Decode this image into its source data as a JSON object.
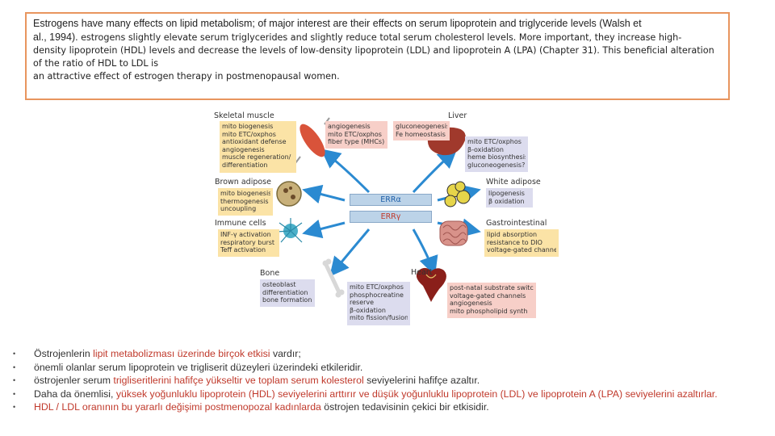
{
  "top_text": {
    "line1": "Estrogens have many effects on lipid metabolism; of major interest are their effects on serum lipoprotein and triglyceride levels (Walsh et",
    "line2a": "al., 1994). ",
    "line2b": " estrogens slightly elevate serum triglycerides and slightly reduce total serum cholesterol levels. More important, they increase high-",
    "line3": "density lipoprotein (HDL) levels and decrease the levels of low-density lipoprotein (LDL) and lipoprotein A (LPA) (Chapter 31). This beneficial alteration",
    "line4": "of the ratio of HDL to LDL is",
    "line5": "an attractive effect of estrogen therapy in postmenopausal women."
  },
  "figure": {
    "center": [
      "ERRα",
      "ERRγ"
    ],
    "sections": {
      "skeletal_muscle": "Skeletal muscle",
      "liver": "Liver",
      "brown_adipose": "Brown adipose",
      "white_adipose": "White adipose",
      "immune_cells": "Immune cells",
      "gastrointestinal": "Gastrointestinal",
      "bone": "Bone",
      "heart": "Heart"
    },
    "boxes": {
      "skeletal_left": [
        "mito biogenesis",
        "mito ETC/oxphos",
        "antioxidant defense",
        "angiogenesis",
        "muscle regeneration/",
        "differentiation"
      ],
      "skeletal_right": [
        "angiogenesis",
        "mito ETC/oxphos",
        "fiber type (MHCs)"
      ],
      "liver_top": [
        "gluconeogenesis",
        "Fe homeostasis"
      ],
      "liver_right": [
        "mito ETC/oxphos",
        "β-oxidation",
        "heme biosynthesis",
        "gluconeogenesis?"
      ],
      "brown": [
        "mito biogenesis",
        "thermogenesis",
        "uncoupling"
      ],
      "white": [
        "lipogenesis",
        "β oxidation"
      ],
      "immune": [
        "INF-γ activation",
        "respiratory burst",
        "Teff activation"
      ],
      "gastro": [
        "lipid absorption",
        "resistance to DIO",
        "voltage-gated channels"
      ],
      "bone": [
        "osteoblast",
        "differentiation",
        "bone formation"
      ],
      "heart_left": [
        "mito ETC/oxphos",
        "phosphocreatine",
        "reserve",
        "β-oxidation",
        "mito fission/fusion"
      ],
      "heart_right": [
        "post-natal substrate switch",
        "voltage-gated channels",
        "angiogenesis",
        "mito phospholipid synth"
      ]
    }
  },
  "bullets": [
    {
      "parts": [
        {
          "text": "Östrojenlerin ",
          "red": false
        },
        {
          "text": "lipit metabolizması üzerinde birçok etkisi",
          "red": true
        },
        {
          "text": " vardır;",
          "red": false
        }
      ]
    },
    {
      "parts": [
        {
          "text": "önemli olanlar serum lipoprotein ve trigliserit düzeyleri üzerindeki etkileridir.",
          "red": false
        }
      ]
    },
    {
      "parts": [
        {
          "text": " östrojenler serum ",
          "red": false
        },
        {
          "text": "trigliseritlerini hafifçe yükseltir ve toplam serum kolesterol",
          "red": true
        },
        {
          "text": " seviyelerini hafifçe azaltır.",
          "red": false
        }
      ]
    },
    {
      "parts": [
        {
          "text": "Daha da önemlisi, ",
          "red": false
        },
        {
          "text": "yüksek yoğunluklu lipoprotein (HDL) seviyelerini arttırır ve düşük yoğunluklu lipoprotein (LDL) ve lipoprotein A (LPA) seviyelerini azaltırlar.",
          "red": true
        }
      ]
    },
    {
      "parts": [
        {
          "text": "HDL / LDL oranının bu yararlı değişimi postmenopozal kadınlarda",
          "red": true
        },
        {
          "text": " östrojen tedavisinin çekici bir etkisidir.",
          "red": false
        }
      ]
    }
  ],
  "bullet_glyph": "•",
  "colors": {
    "border": "#e8955e",
    "highlight": "#c0392b",
    "arrow": "#2b8ad1"
  }
}
